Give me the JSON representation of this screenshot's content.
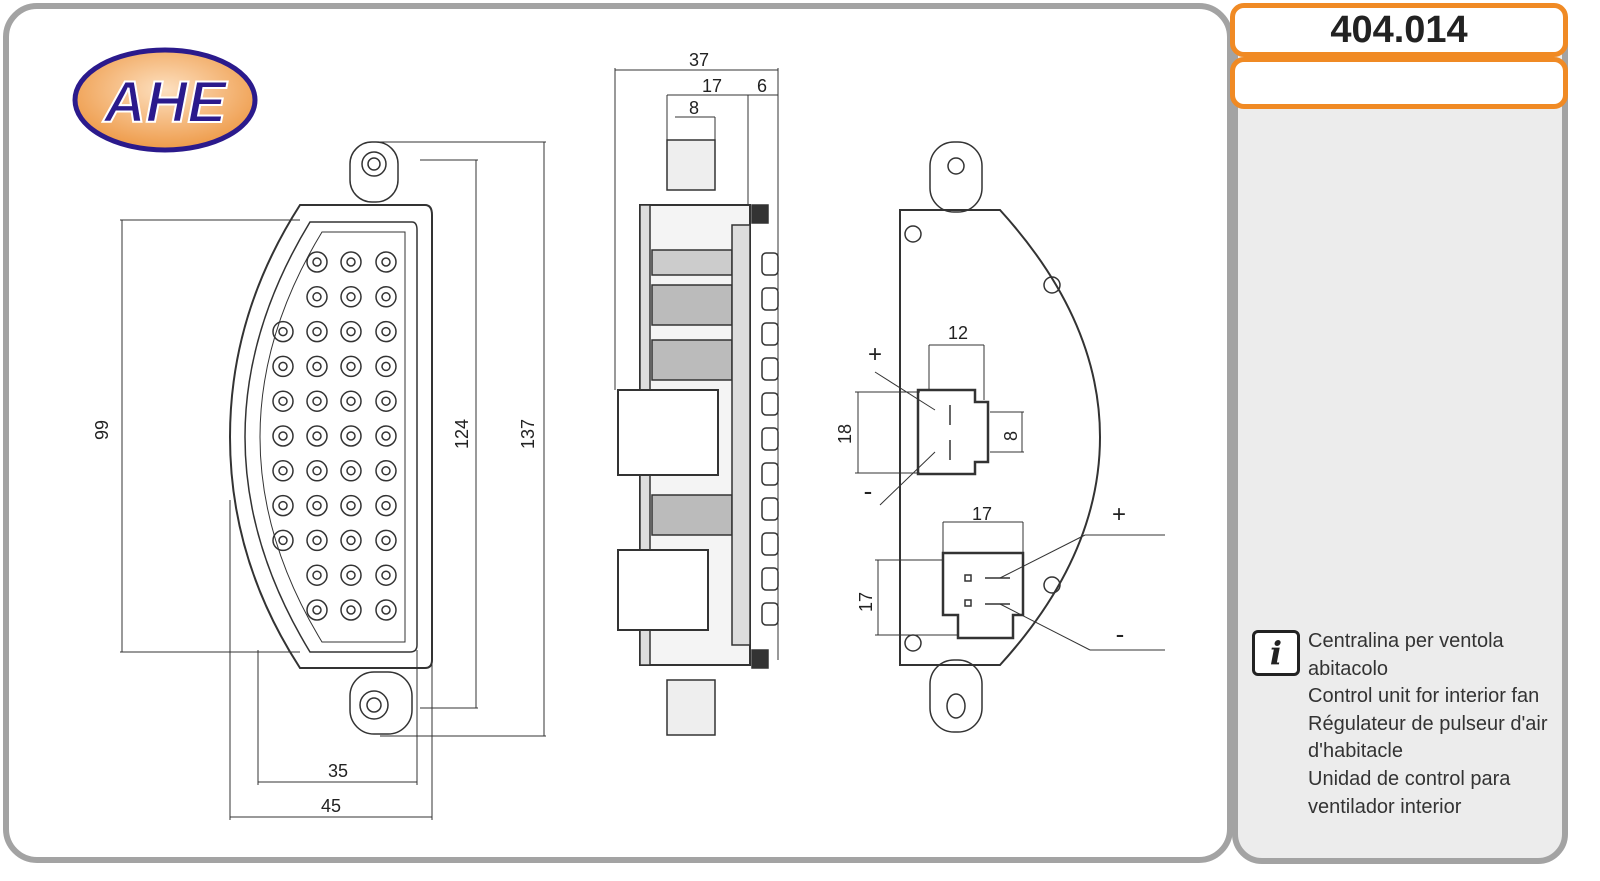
{
  "brand": {
    "logo_text": "AHE",
    "colors": {
      "logo_blue": "#2b1a8c",
      "logo_orange": "#f0a050",
      "accent_orange": "#f08a24",
      "border_gray": "#a3a3a3"
    }
  },
  "product": {
    "code": "404.014",
    "secondary": ""
  },
  "description": {
    "icon": "info-icon",
    "icon_glyph": "i",
    "lines": [
      "Centralina per ventola",
      "abitacolo",
      "Control unit for interior fan",
      "Régulateur de pulseur d'air",
      "d'habitacle",
      "Unidad de control para",
      "ventilador interior"
    ]
  },
  "dimensions": {
    "front": {
      "height_inner": "99",
      "height_mid": "124",
      "height_total": "137",
      "width_inner": "35",
      "width_total": "45"
    },
    "side": {
      "depth_total": "37",
      "depth_mid": "17",
      "connector": "8",
      "flange": "6"
    },
    "back": {
      "conn1_width": "12",
      "conn1_height": "18",
      "conn1_pin": "8",
      "conn2_width": "17",
      "conn2_height": "17",
      "plus1": "+",
      "minus1": "-",
      "plus2": "+",
      "minus2": "-"
    }
  }
}
